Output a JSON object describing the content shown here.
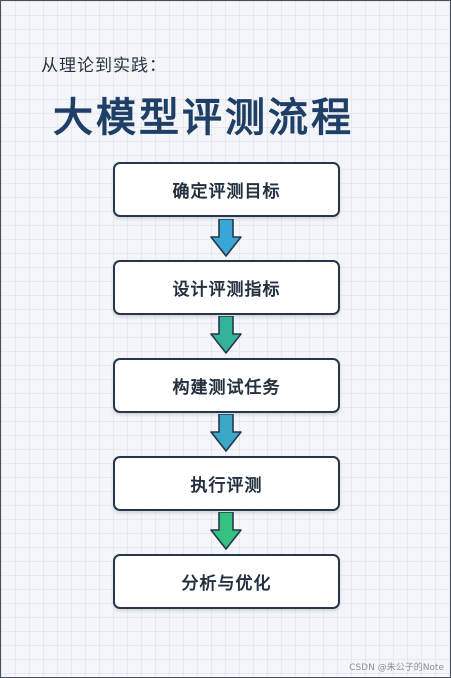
{
  "header": {
    "subtitle": "从理论到实践：",
    "title": "大模型评测流程"
  },
  "steps": [
    {
      "label": "确定评测目标"
    },
    {
      "label": "设计评测指标"
    },
    {
      "label": "构建测试任务"
    },
    {
      "label": "执行评测"
    },
    {
      "label": "分析与优化"
    }
  ],
  "arrows": [
    {
      "icon": "arrow-down-icon",
      "color": "#3aa6d6"
    },
    {
      "icon": "arrow-down-icon",
      "color": "#33b39a"
    },
    {
      "icon": "arrow-down-icon",
      "color": "#3aa6c8"
    },
    {
      "icon": "arrow-down-icon",
      "color": "#35c17f"
    }
  ],
  "colors": {
    "title": "#1f3f66",
    "box_border": "#26374d"
  },
  "watermark": "CSDN @朱公子的Note"
}
